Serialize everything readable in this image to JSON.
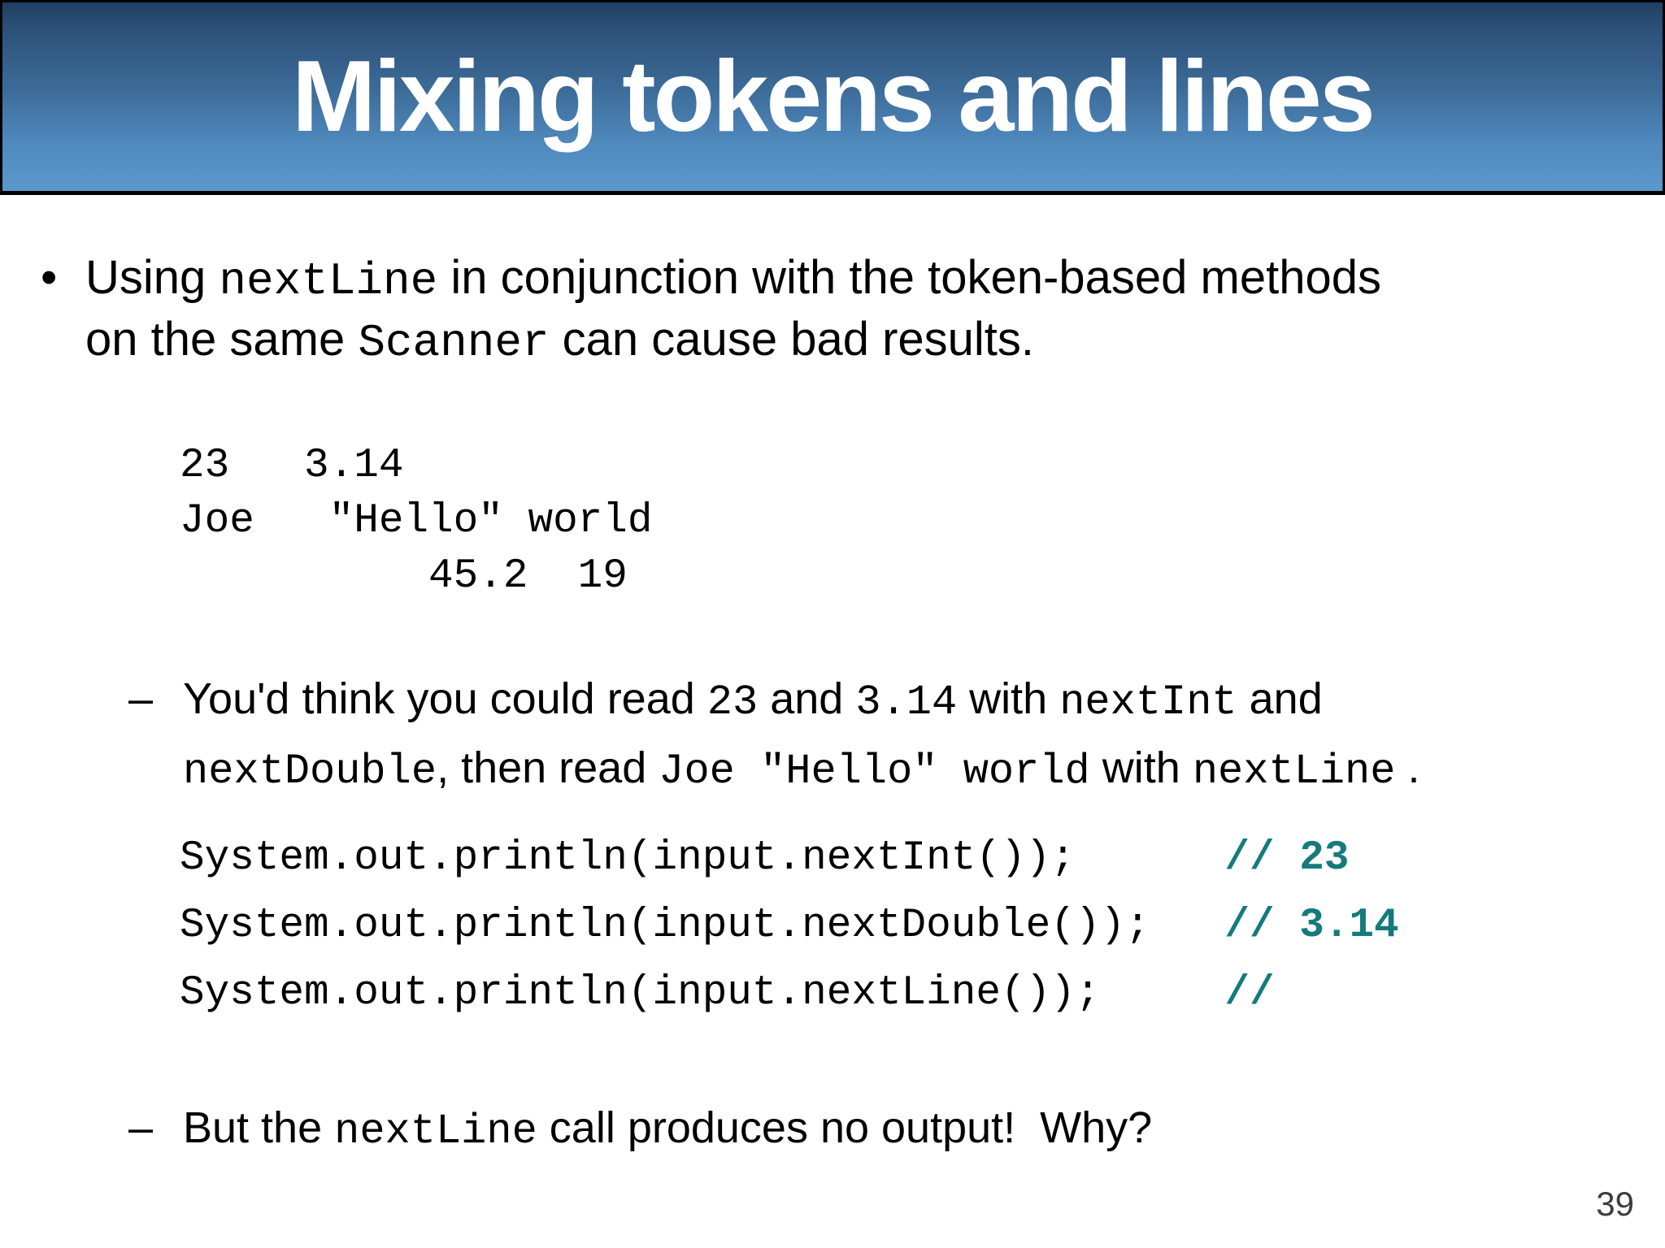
{
  "title": "Mixing tokens and lines",
  "page_number": "39",
  "colors": {
    "header_gradient_top": "#203f63",
    "header_gradient_bottom": "#5b99cd",
    "header_border": "#000000",
    "title_text": "#ffffff",
    "body_text": "#000000",
    "comment_teal": "#167a7c",
    "page_number_gray": "#3d3d3d"
  },
  "bullet1": {
    "marker": "•",
    "line1": [
      {
        "text": "Using ",
        "mono": false
      },
      {
        "text": "nextLine",
        "mono": true
      },
      {
        "text": " in conjunction with the token-based methods",
        "mono": false
      }
    ],
    "line2": [
      {
        "text": "on the same ",
        "mono": false
      },
      {
        "text": "Scanner",
        "mono": true
      },
      {
        "text": " can cause bad results.",
        "mono": false
      }
    ]
  },
  "input_data": {
    "lines": [
      "23   3.14",
      "Joe   \"Hello\" world",
      "          45.2  19"
    ]
  },
  "subbullet1": {
    "marker": "–",
    "line1": [
      {
        "text": "You'd think you could read ",
        "mono": false
      },
      {
        "text": "23",
        "mono": true
      },
      {
        "text": " and ",
        "mono": false
      },
      {
        "text": "3.14",
        "mono": true
      },
      {
        "text": " with ",
        "mono": false
      },
      {
        "text": "nextInt",
        "mono": true
      },
      {
        "text": " and",
        "mono": false
      }
    ],
    "line2": [
      {
        "text": "nextDouble",
        "mono": true
      },
      {
        "text": ", then read ",
        "mono": false
      },
      {
        "text": "Joe \"Hello\" world",
        "mono": true
      },
      {
        "text": " with ",
        "mono": false
      },
      {
        "text": "nextLine",
        "mono": true
      },
      {
        "text": " .",
        "mono": false
      }
    ]
  },
  "code": {
    "lines": [
      {
        "code": "System.out.println(input.nextInt());      ",
        "comment": "// 23"
      },
      {
        "code": "System.out.println(input.nextDouble());   ",
        "comment": "// 3.14"
      },
      {
        "code": "System.out.println(input.nextLine());     ",
        "comment": "//"
      }
    ]
  },
  "subbullet2": {
    "marker": "–",
    "line1": [
      {
        "text": "But the ",
        "mono": false
      },
      {
        "text": "nextLine",
        "mono": true
      },
      {
        "text": " call produces no output!  Why?",
        "mono": false
      }
    ]
  }
}
